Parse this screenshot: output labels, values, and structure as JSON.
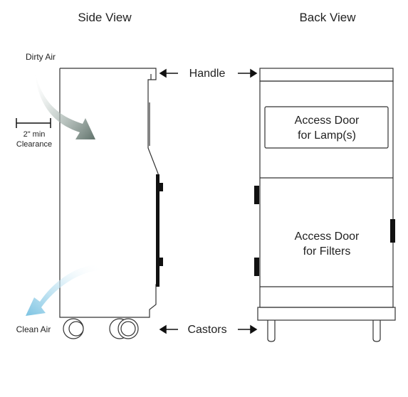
{
  "titles": {
    "side_view": "Side View",
    "back_view": "Back View"
  },
  "labels": {
    "handle": "Handle",
    "castors": "Castors",
    "dirty_air": "Dirty Air",
    "clean_air": "Clean Air",
    "clearance_line1": "2\" min",
    "clearance_line2": "Clearance",
    "lamp_door_line1": "Access Door",
    "lamp_door_line2": "for Lamp(s)",
    "filter_door_line1": "Access Door",
    "filter_door_line2": "for Filters"
  },
  "colors": {
    "outline": "#333333",
    "door_latch": "#111111",
    "dirty_air_arrow": "#6e7f78",
    "clean_air_arrow": "#8ccbe6",
    "clean_air_text": "#8fcfe0",
    "dirty_air_text": "#666666"
  }
}
